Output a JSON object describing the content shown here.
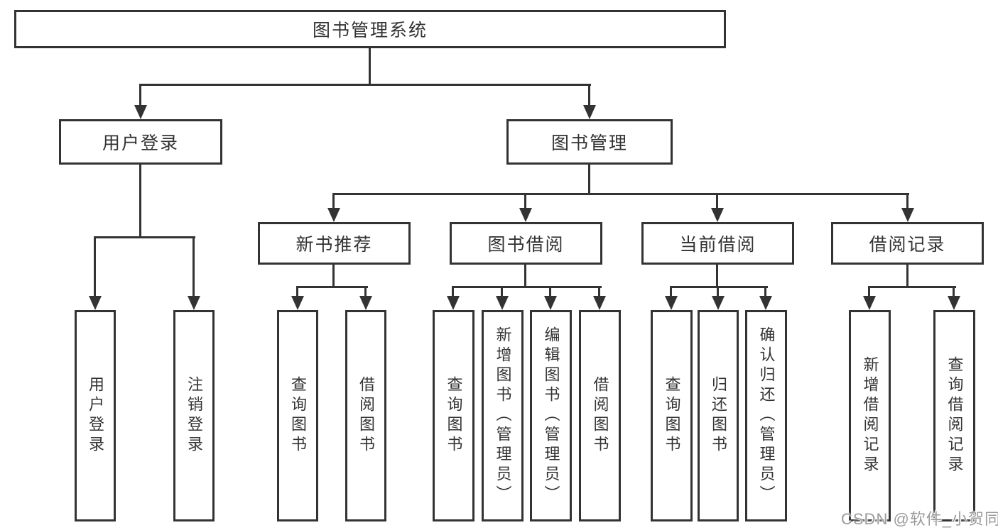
{
  "diagram": {
    "type": "tree-diagram",
    "title": "图书管理系统",
    "colors": {
      "line": "#333333",
      "text": "#333333",
      "background": "#ffffff",
      "watermark_text": "#9b9b9b"
    },
    "nodes": {
      "root": {
        "label": "图书管理系统"
      },
      "user_login": {
        "label": "用户登录"
      },
      "book_mgmt": {
        "label": "图书管理"
      },
      "new_book_rec": {
        "label": "新书推荐"
      },
      "book_borrow": {
        "label": "图书借阅"
      },
      "current_borrow": {
        "label": "当前借阅"
      },
      "borrow_record": {
        "label": "借阅记录"
      },
      "leaf_user_login": {
        "label": "用户登录"
      },
      "leaf_logout": {
        "label": "注销登录"
      },
      "rec_query": {
        "label": "查询图书"
      },
      "rec_borrow": {
        "label": "借阅图书"
      },
      "bb_query": {
        "label": "查询图书"
      },
      "bb_add": {
        "label": "新增图书（管理员）"
      },
      "bb_edit": {
        "label": "编辑图书（管理员）"
      },
      "bb_borrow": {
        "label": "借阅图书"
      },
      "cb_query": {
        "label": "查询图书"
      },
      "cb_return": {
        "label": "归还图书"
      },
      "cb_confirm": {
        "label": "确认归还（管理员）"
      },
      "br_add": {
        "label": "新增借阅记录"
      },
      "br_query": {
        "label": "查询借阅记录"
      }
    },
    "hierarchy": {
      "label": "图书管理系统",
      "children": [
        {
          "label": "用户登录",
          "children": [
            {
              "label": "用户登录"
            },
            {
              "label": "注销登录"
            }
          ]
        },
        {
          "label": "图书管理",
          "children": [
            {
              "label": "新书推荐",
              "children": [
                {
                  "label": "查询图书"
                },
                {
                  "label": "借阅图书"
                }
              ]
            },
            {
              "label": "图书借阅",
              "children": [
                {
                  "label": "查询图书"
                },
                {
                  "label": "新增图书（管理员）"
                },
                {
                  "label": "编辑图书（管理员）"
                },
                {
                  "label": "借阅图书"
                }
              ]
            },
            {
              "label": "当前借阅",
              "children": [
                {
                  "label": "查询图书"
                },
                {
                  "label": "归还图书"
                },
                {
                  "label": "确认归还（管理员）"
                }
              ]
            },
            {
              "label": "借阅记录",
              "children": [
                {
                  "label": "新增借阅记录"
                },
                {
                  "label": "查询借阅记录"
                }
              ]
            }
          ]
        }
      ]
    },
    "watermark": "CSDN @软件_小贺同学"
  }
}
